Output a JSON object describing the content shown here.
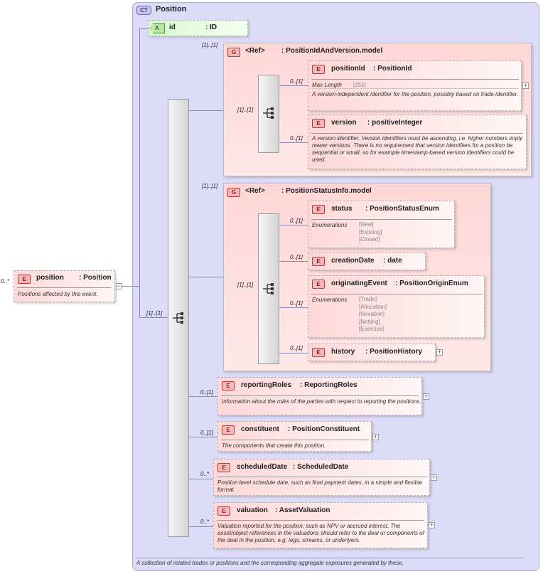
{
  "complex_type": {
    "badge": "CT",
    "name": "Position",
    "description": "A collection of related trades or positions and the corresponding aggregate exposures generated by these."
  },
  "root_element": {
    "badge": "E",
    "name": "position",
    "type": ": Position",
    "cardinality": "0..*",
    "description": "Positions affected by this event."
  },
  "attribute": {
    "badge": "A",
    "name": "id",
    "type": ": ID"
  },
  "main_sequence": {
    "cardinality": "[1]..[1]"
  },
  "groups": [
    {
      "badge": "G",
      "ref_label": "<Ref>",
      "name": ": PositionIdAndVersion.model",
      "cardinality": "[1]..[1]",
      "seq_cardinality": "[1]..[1]",
      "elements": [
        {
          "badge": "E",
          "name": "positionId",
          "type": ": PositionId",
          "cardinality": "0..[1]",
          "facet_label": "Max Length",
          "facet_values": [
            "[255]"
          ],
          "description": "A version-independent identifier for the position, possibly based on trade identifier."
        },
        {
          "badge": "E",
          "name": "version",
          "type": ": positiveInteger",
          "cardinality": "0..[1]",
          "description": "A version identifier. Version identifiers must be ascending, i.e. higher numbers imply newer versions. There is no requirement that version identifiers for a position be sequential or small, so for example timestamp-based version identifiers could be used."
        }
      ]
    },
    {
      "badge": "G",
      "ref_label": "<Ref>",
      "name": ": PositionStatusInfo.model",
      "cardinality": "[1]..[1]",
      "seq_cardinality": "[1]..[1]",
      "elements": [
        {
          "badge": "E",
          "name": "status",
          "type": ": PositionStatusEnum",
          "cardinality": "0..[1]",
          "facet_label": "Enumerations",
          "facet_values": [
            "[New]",
            "[Existing]",
            "[Closed]"
          ]
        },
        {
          "badge": "E",
          "name": "creationDate",
          "type": ": date",
          "cardinality": "0..[1]"
        },
        {
          "badge": "E",
          "name": "originatingEvent",
          "type": ": PositionOriginEnum",
          "cardinality": "0..[1]",
          "facet_label": "Enumerations",
          "facet_values": [
            "[Trade]",
            "[Allocation]",
            "[Novation]",
            "[Netting]",
            "[Exercise]"
          ]
        },
        {
          "badge": "E",
          "name": "history",
          "type": ": PositionHistory",
          "cardinality": "0..[1]"
        }
      ]
    }
  ],
  "elements": [
    {
      "badge": "E",
      "name": "reportingRoles",
      "type": ": ReportingRoles",
      "cardinality": "0..[1]",
      "description": "Information about the roles of the parties with respect to reporting the positions."
    },
    {
      "badge": "E",
      "name": "constituent",
      "type": ": PositionConstituent",
      "cardinality": "0..[1]",
      "description": "The components that create this position."
    },
    {
      "badge": "E",
      "name": "scheduledDate",
      "type": ": ScheduledDate",
      "cardinality": "0..*",
      "description": "Position level schedule date, such as final payment dates, in a simple and flexible format."
    },
    {
      "badge": "E",
      "name": "valuation",
      "type": ": AssetValuation",
      "cardinality": "0..*",
      "description": "Valuation reported for the position, such as NPV or accrued interest. The asset/object references in the valuations should refer to the deal or components of the deal in the position, e.g. legs, streams, or underlyers."
    }
  ],
  "icons": {
    "expand": "plus-box-icon",
    "collapse": "minus-box-icon",
    "sequence": "sequence-compositor-icon"
  }
}
